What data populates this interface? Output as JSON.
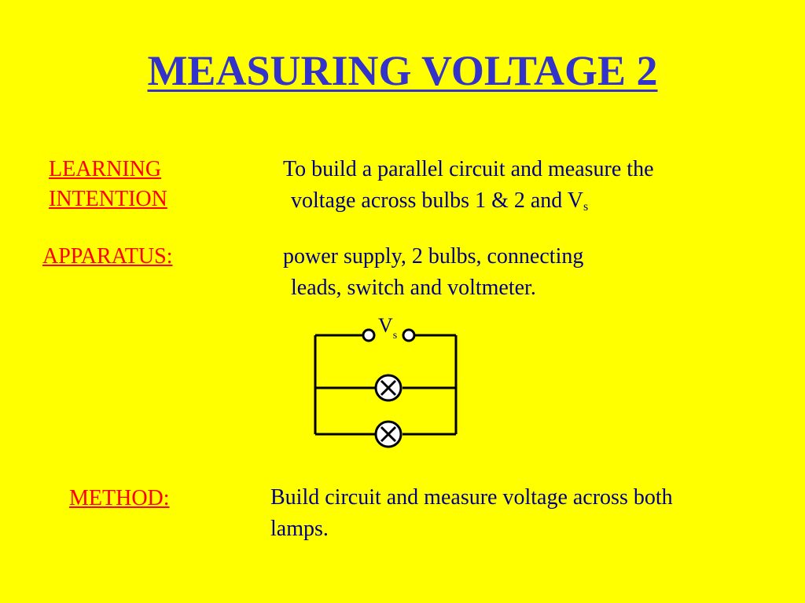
{
  "title": "MEASURING VOLTAGE 2",
  "learning_intention": {
    "label_line1": "LEARNING",
    "label_line2": "INTENTION",
    "text_line1": "To build a parallel circuit and measure the",
    "text_line2": "voltage across bulbs 1 & 2 and V",
    "text_line2_sub": "s"
  },
  "apparatus": {
    "label": "APPARATUS:",
    "text_line1": "power supply, 2 bulbs, connecting",
    "text_line2": "leads, switch and voltmeter."
  },
  "circuit": {
    "voltmeter_label": "V",
    "voltmeter_sub": "s",
    "bulb_symbol": "lamp-cross-symbol"
  },
  "method": {
    "label": "METHOD:",
    "text_line1": "Build circuit and measure voltage across both",
    "text_line2": "lamps."
  },
  "colors": {
    "background": "#ffff00",
    "title": "#3333cc",
    "label": "#ff0000",
    "body_text": "#000080"
  }
}
